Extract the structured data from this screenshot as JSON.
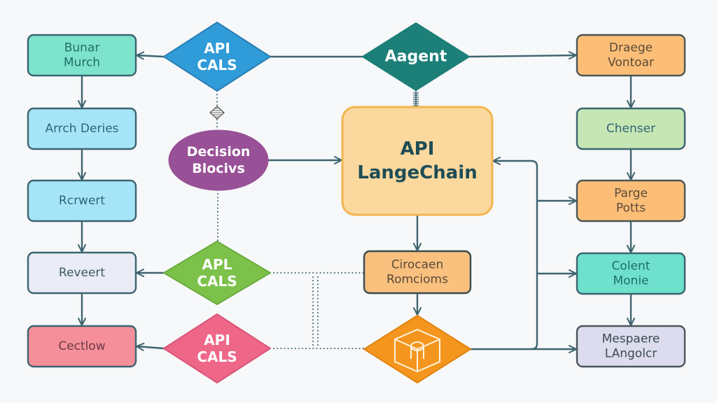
{
  "diagram": {
    "title": "",
    "nodes": {
      "bunar_murch": {
        "shape": "rect",
        "lines": [
          "Bunar",
          "Murch"
        ],
        "fill": "#7ee3cd",
        "stroke": "#3b6470",
        "text_color": "#1f6f66"
      },
      "arrch_deries": {
        "shape": "rect",
        "lines": [
          "Arrch Deries"
        ],
        "fill": "#a6e5f8",
        "stroke": "#3b6470",
        "text_color": "#2f6675"
      },
      "rcrwert": {
        "shape": "rect",
        "lines": [
          "Rcrwert"
        ],
        "fill": "#a6e5f8",
        "stroke": "#3b6470",
        "text_color": "#2f6675"
      },
      "reveert": {
        "shape": "rect",
        "lines": [
          "Reveert"
        ],
        "fill": "#e9ebf5",
        "stroke": "#3b6470",
        "text_color": "#3c5a64"
      },
      "cectlow": {
        "shape": "rect",
        "lines": [
          "Cectlow"
        ],
        "fill": "#f5909a",
        "stroke": "#3b6470",
        "text_color": "#6b3a45"
      },
      "api_calls_blue": {
        "shape": "diamond",
        "lines": [
          "API",
          "CALS"
        ],
        "fill": "#2f9bd8",
        "stroke": "#2a7fb3",
        "text_color": "#ffffff"
      },
      "decision_blocivs": {
        "shape": "ellipse",
        "lines": [
          "Decision",
          "Blocivs"
        ],
        "fill": "#985197",
        "stroke": "#985197",
        "text_color": "#ffffff"
      },
      "api_calls_green": {
        "shape": "diamond",
        "lines": [
          "APL",
          "CALS"
        ],
        "fill": "#7cc24a",
        "stroke": "#6aab3d",
        "text_color": "#ffffff"
      },
      "api_calls_pink": {
        "shape": "diamond",
        "lines": [
          "API",
          "CALS"
        ],
        "fill": "#ee6688",
        "stroke": "#d95578",
        "text_color": "#ffffff"
      },
      "agent": {
        "shape": "diamond",
        "lines": [
          "Aagent"
        ],
        "fill": "#1c7f78",
        "stroke": "#1c7f78",
        "text_color": "#ffffff"
      },
      "api_langechain": {
        "shape": "rect",
        "lines": [
          "API",
          "LangeChain"
        ],
        "fill": "#fbd89e",
        "stroke": "#f2b54e",
        "text_color": "#1d4d56",
        "bold": true
      },
      "cirocaen_romcioms": {
        "shape": "rect",
        "lines": [
          "Cirocaen",
          "Romcioms"
        ],
        "fill": "#f9c07e",
        "stroke": "#3b4a50",
        "text_color": "#5a4a3a"
      },
      "cube_diamond": {
        "shape": "diamond",
        "lines": [],
        "icon": "cube-icon",
        "fill": "#f4961e",
        "stroke": "#e08410",
        "text_color": "#ffffff"
      },
      "draege_vontoar": {
        "shape": "rect",
        "lines": [
          "Draege",
          "Vontoar"
        ],
        "fill": "#fcbe76",
        "stroke": "#4a5558",
        "text_color": "#5a4a3a"
      },
      "chenser": {
        "shape": "rect",
        "lines": [
          "Chenser"
        ],
        "fill": "#c6e6b4",
        "stroke": "#3b6470",
        "text_color": "#2f6675"
      },
      "parge_potts": {
        "shape": "rect",
        "lines": [
          "Parge",
          "Potts"
        ],
        "fill": "#fcbe76",
        "stroke": "#4a5558",
        "text_color": "#5a4a3a"
      },
      "colent_monie": {
        "shape": "rect",
        "lines": [
          "Colent",
          "Monie"
        ],
        "fill": "#6ee0cc",
        "stroke": "#3b6470",
        "text_color": "#1f6f66"
      },
      "mespaere_langolcr": {
        "shape": "rect",
        "lines": [
          "Mespaere",
          "LAngolcr"
        ],
        "fill": "#dcdcee",
        "stroke": "#4a5558",
        "text_color": "#3c4a54"
      }
    },
    "edges": [
      {
        "from": "api_calls_blue",
        "to": "bunar_murch",
        "style": "solid",
        "arrow": true
      },
      {
        "from": "agent",
        "to": "api_calls_blue",
        "style": "solid",
        "arrow": false
      },
      {
        "from": "agent",
        "to": "draege_vontoar",
        "style": "solid",
        "arrow": true
      },
      {
        "from": "agent",
        "to": "api_langechain",
        "style": "spring",
        "arrow": false
      },
      {
        "from": "bunar_murch",
        "to": "arrch_deries",
        "style": "solid",
        "arrow": true
      },
      {
        "from": "arrch_deries",
        "to": "rcrwert",
        "style": "solid",
        "arrow": true
      },
      {
        "from": "rcrwert",
        "to": "reveert",
        "style": "solid",
        "arrow": true
      },
      {
        "from": "reveert",
        "to": "cectlow",
        "style": "solid",
        "arrow": true
      },
      {
        "from": "api_calls_blue",
        "to": "decision_blocivs",
        "style": "dotted-marker",
        "arrow": false
      },
      {
        "from": "decision_blocivs",
        "to": "api_langechain",
        "style": "solid",
        "arrow": true
      },
      {
        "from": "decision_blocivs",
        "to": "api_calls_green",
        "style": "dotted",
        "arrow": false
      },
      {
        "from": "api_calls_green",
        "to": "reveert",
        "style": "solid",
        "arrow": true
      },
      {
        "from": "api_calls_pink",
        "to": "cectlow",
        "style": "solid",
        "arrow": true
      },
      {
        "from": "api_calls_green",
        "to": "cirocaen_romcioms",
        "style": "dotted",
        "arrow": false
      },
      {
        "from": "api_calls_pink",
        "to": "cube_diamond",
        "style": "dotted",
        "arrow": false
      },
      {
        "from": "api_langechain",
        "to": "cirocaen_romcioms",
        "style": "solid",
        "arrow": true
      },
      {
        "from": "cirocaen_romcioms",
        "to": "cube_diamond",
        "style": "solid",
        "arrow": true
      },
      {
        "from": "cube_diamond",
        "to": "api_langechain",
        "style": "bus",
        "arrow": true
      },
      {
        "from": "cube_diamond",
        "to": "parge_potts",
        "style": "bus",
        "arrow": true
      },
      {
        "from": "cube_diamond",
        "to": "colent_monie",
        "style": "bus",
        "arrow": true
      },
      {
        "from": "cube_diamond",
        "to": "mespaere_langolcr",
        "style": "solid",
        "arrow": true
      },
      {
        "from": "draege_vontoar",
        "to": "chenser",
        "style": "solid",
        "arrow": true
      },
      {
        "from": "chenser",
        "to": "parge_potts",
        "style": "solid",
        "arrow": true
      },
      {
        "from": "parge_potts",
        "to": "colent_monie",
        "style": "solid",
        "arrow": true
      },
      {
        "from": "colent_monie",
        "to": "mespaere_langolcr",
        "style": "solid",
        "arrow": true
      }
    ],
    "edge_color": "#3e6470",
    "background": "#f7f8f9"
  }
}
